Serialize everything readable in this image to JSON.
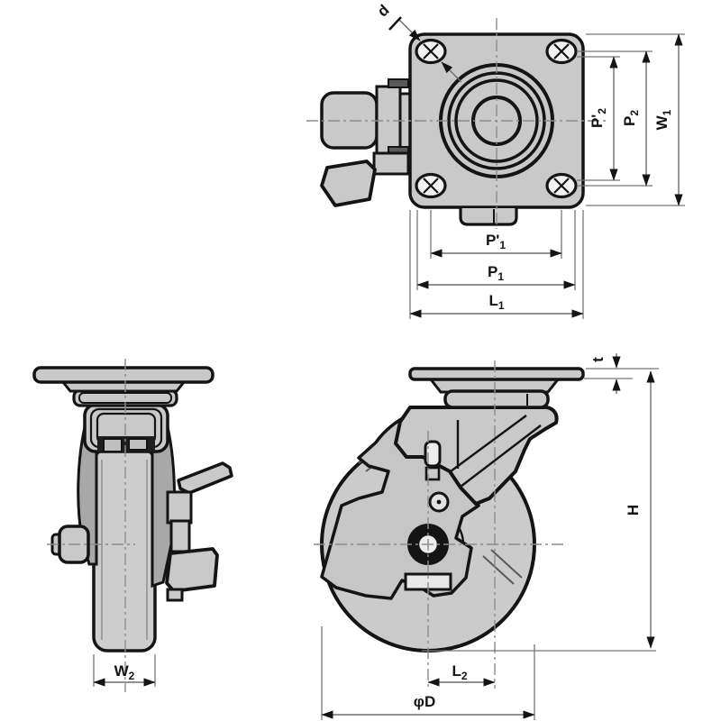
{
  "drawing": {
    "kind": "technical-dimension-drawing",
    "subject": "swivel plate caster with brake, three orthographic views",
    "colors": {
      "background": "#ffffff",
      "outline": "#141414",
      "metal_fill": "#c9c9c9",
      "wheel_fill": "#cdcdcd",
      "dark_fill": "#1f1f1f",
      "dimension_line": "#6e6e6e",
      "center_line": "#8c8c8c",
      "text": "#141414"
    },
    "dimension_labels": {
      "d": {
        "base": "d",
        "sub": ""
      },
      "p2p": {
        "base": "P'",
        "sub": "2"
      },
      "p2": {
        "base": "P",
        "sub": "2"
      },
      "w1": {
        "base": "W",
        "sub": "1"
      },
      "p1p": {
        "base": "P'",
        "sub": "1"
      },
      "p1": {
        "base": "P",
        "sub": "1"
      },
      "l1": {
        "base": "L",
        "sub": "1"
      },
      "w2": {
        "base": "W",
        "sub": "2"
      },
      "t": {
        "base": "t",
        "sub": ""
      },
      "h": {
        "base": "H",
        "sub": ""
      },
      "l2": {
        "base": "L",
        "sub": "2"
      },
      "phid": {
        "base": "φD",
        "sub": ""
      }
    }
  }
}
